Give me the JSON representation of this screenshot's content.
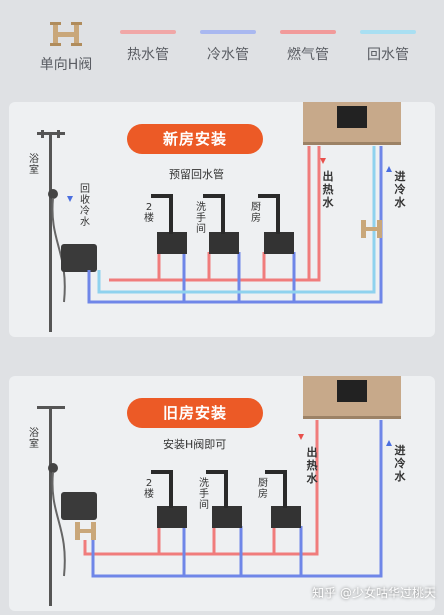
{
  "legend": [
    {
      "label": "单向H阀",
      "icon": "h-valve-icon",
      "color": "#c9a77a"
    },
    {
      "label": "热水管",
      "color": "#f0a7a7"
    },
    {
      "label": "冷水管",
      "color": "#a9b8f0"
    },
    {
      "label": "燃气管",
      "color": "#f19a9a"
    },
    {
      "label": "回水管",
      "color": "#a9dff2"
    }
  ],
  "colors": {
    "hot": "#f07c7c",
    "cold": "#6f86e8",
    "return": "#8fd2ee",
    "accent": "#ec5a26"
  },
  "panel1": {
    "title": "新房安装",
    "subtitle": "预留回水管",
    "bathroom": "浴室",
    "recycle": "回收冷水",
    "hot_out": "出热水",
    "cold_in": "进冷水",
    "faucets": [
      "2楼",
      "洗手间",
      "厨房"
    ]
  },
  "panel2": {
    "title": "旧房安装",
    "subtitle": "安装H阀即可",
    "bathroom": "浴室",
    "hot_out": "出热水",
    "cold_in": "进冷水",
    "faucets": [
      "2楼",
      "洗手间",
      "厨房"
    ]
  },
  "watermark": "知乎 @少女咕华过桃天"
}
